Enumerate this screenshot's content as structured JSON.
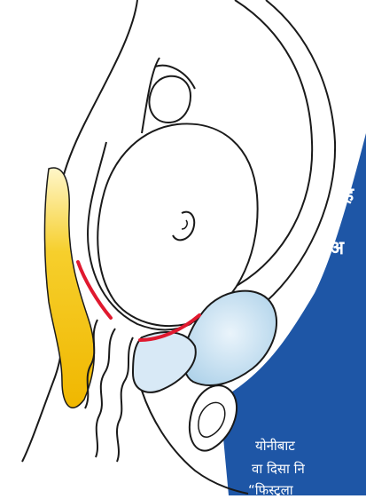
{
  "colors": {
    "panel_blue": "#1e56a6",
    "bladder_fill": "#cfe4f4",
    "rectum_yellow": "#f2c21a",
    "tear_red": "#e0192f",
    "line": "#1a1a1a"
  },
  "panel": {
    "heading_lines": [
      "ह",
      "अ"
    ],
    "body_lines": [
      "योनीबाट",
      "वा दिसा नि",
      "“फिस्टुला"
    ]
  },
  "illustration": {
    "icons": [
      "pregnant-pelvis-cross-section-illustration",
      "fetal-head-icon",
      "bladder-icon",
      "rectum-icon",
      "pressure-tear-mark"
    ]
  }
}
